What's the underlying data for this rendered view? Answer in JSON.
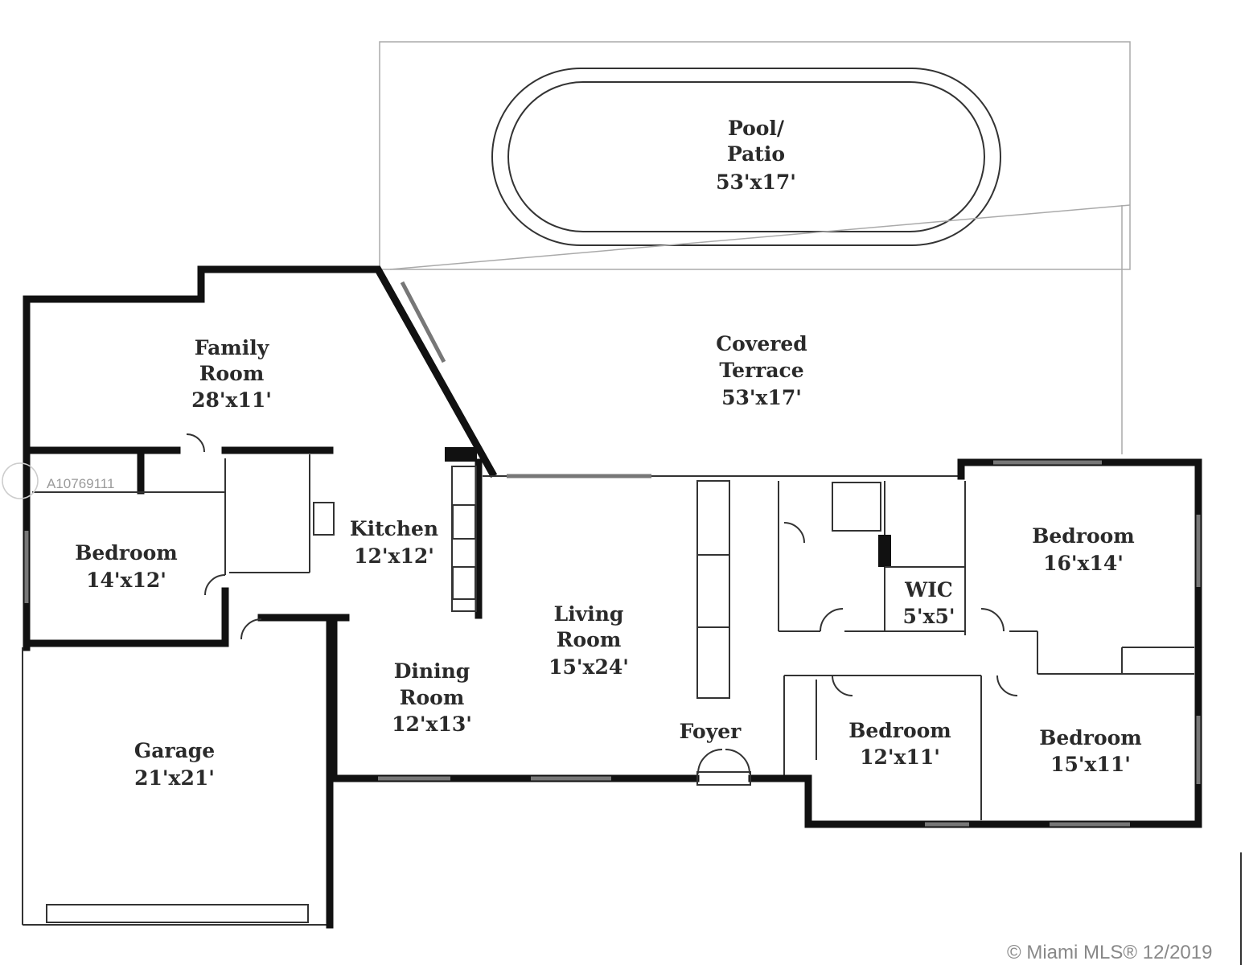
{
  "rooms": {
    "pool": {
      "name1": "Pool/",
      "name2": "Patio",
      "dims": "53'x17'"
    },
    "terrace": {
      "name1": "Covered",
      "name2": "Terrace",
      "dims": "53'x17'"
    },
    "family": {
      "name1": "Family",
      "name2": "Room",
      "dims": "28'x11'"
    },
    "kitchen": {
      "name": "Kitchen",
      "dims": "12'x12'"
    },
    "bedroom_left": {
      "name": "Bedroom",
      "dims": "14'x12'"
    },
    "garage": {
      "name": "Garage",
      "dims": "21'x21'"
    },
    "dining": {
      "name1": "Dining",
      "name2": "Room",
      "dims": "12'x13'"
    },
    "living": {
      "name1": "Living",
      "name2": "Room",
      "dims": "15'x24'"
    },
    "foyer": {
      "name": "Foyer"
    },
    "wic": {
      "name": "WIC",
      "dims": "5'x5'"
    },
    "bedroom_master": {
      "name": "Bedroom",
      "dims": "16'x14'"
    },
    "bedroom_mid": {
      "name": "Bedroom",
      "dims": "12'x11'"
    },
    "bedroom_right": {
      "name": "Bedroom",
      "dims": "15'x11'"
    }
  },
  "watermark": {
    "listing_id": "A10769111",
    "copyright": "© Miami MLS® 12/2019"
  }
}
